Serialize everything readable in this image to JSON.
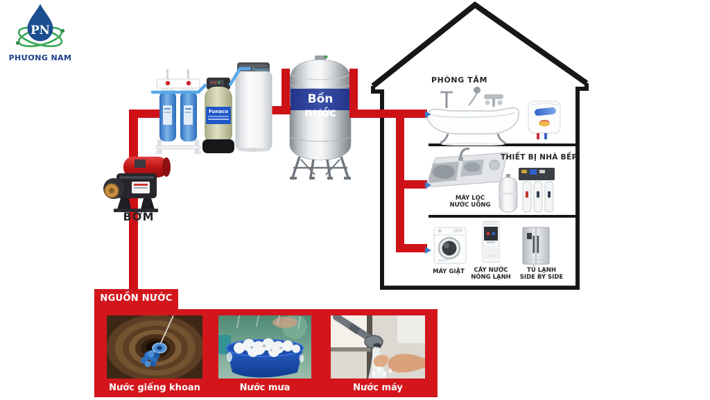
{
  "logo": {
    "initials": "PN",
    "name": "PHƯƠNG NAM"
  },
  "pump": {
    "label": "BƠM"
  },
  "tank": {
    "label": "Bồn nước"
  },
  "filters": {
    "brand": "Funaco"
  },
  "house": {
    "bathroom_title": "PHÒNG TẮM",
    "kitchen_title": "THIẾT BỊ NHÀ BẾP",
    "ro_line1": "MÁY LỌC",
    "ro_line2": "NƯỚC UỐNG",
    "washer_label": "MÁY GIẶT",
    "dispenser_line1": "CÂY NƯỚC",
    "dispenser_line2": "NÓNG LẠNH",
    "fridge_line1": "TỦ LẠNH",
    "fridge_line2": "SIDE BY SIDE"
  },
  "source": {
    "title": "NGUỒN NƯỚC",
    "items": [
      {
        "label": "Nước giếng khoan"
      },
      {
        "label": "Nước mưa"
      },
      {
        "label": "Nước máy"
      }
    ]
  },
  "colors": {
    "pipe_red": "#cd1117",
    "banner_red": "#d2161c",
    "tank_band_blue": "#2b3a8e",
    "logo_blue": "#1a4e8f",
    "logo_green": "#3aa655",
    "tube_blue": "#57a8e8"
  }
}
